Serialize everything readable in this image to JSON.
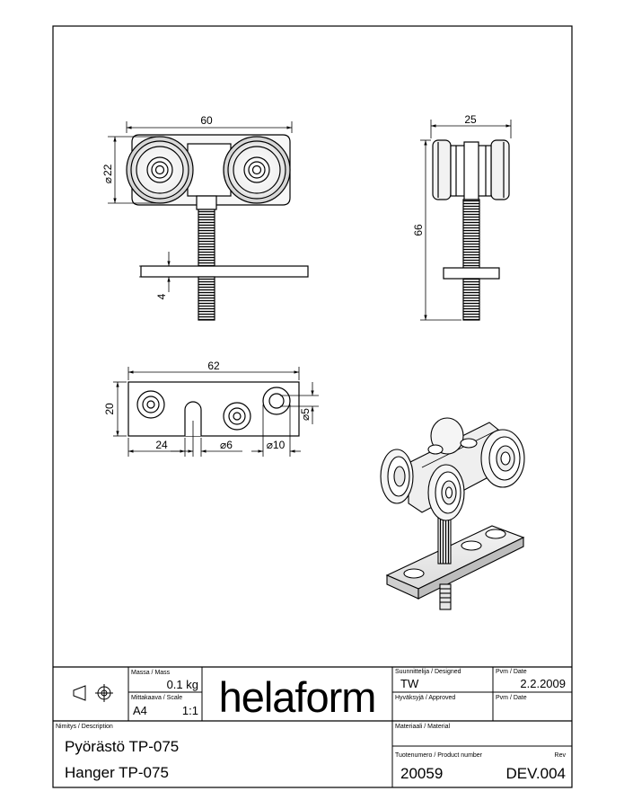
{
  "drawing": {
    "front_view": {
      "width_label": "60",
      "diameter_label": "22",
      "plate_thickness_label": "4",
      "diameter_symbol": "⌀"
    },
    "side_view": {
      "width_label": "25",
      "height_label": "66"
    },
    "plate_view": {
      "length_label": "62",
      "height_label": "20",
      "offset_label": "24",
      "hole_small_label": "⌀6",
      "hole_large_label": "⌀10",
      "hole_right_label": "⌀5"
    }
  },
  "title_block": {
    "mass_header": "Massa / Mass",
    "mass_value": "0.1 kg",
    "scale_header": "Mittakaava / Scale",
    "paper_size": "A4",
    "scale_value": "1:1",
    "logo_text": "helaform",
    "designed_header": "Suunnittelija / Designed",
    "designed_value": "TW",
    "date_header": "Pvm / Date",
    "date_value": "2.2.2009",
    "approved_header": "Hyväksyjä / Approved",
    "approved_date_header": "Pvm / Date",
    "description_header": "Nimitys / Description",
    "description_line1": "Pyörästö TP-075",
    "description_line2": "Hanger TP-075",
    "material_header": "Materiaali / Material",
    "product_number_header": "Tuotenumero / Product number",
    "rev_header": "Rev",
    "product_number_value": "20059",
    "rev_value": "DEV.004"
  }
}
